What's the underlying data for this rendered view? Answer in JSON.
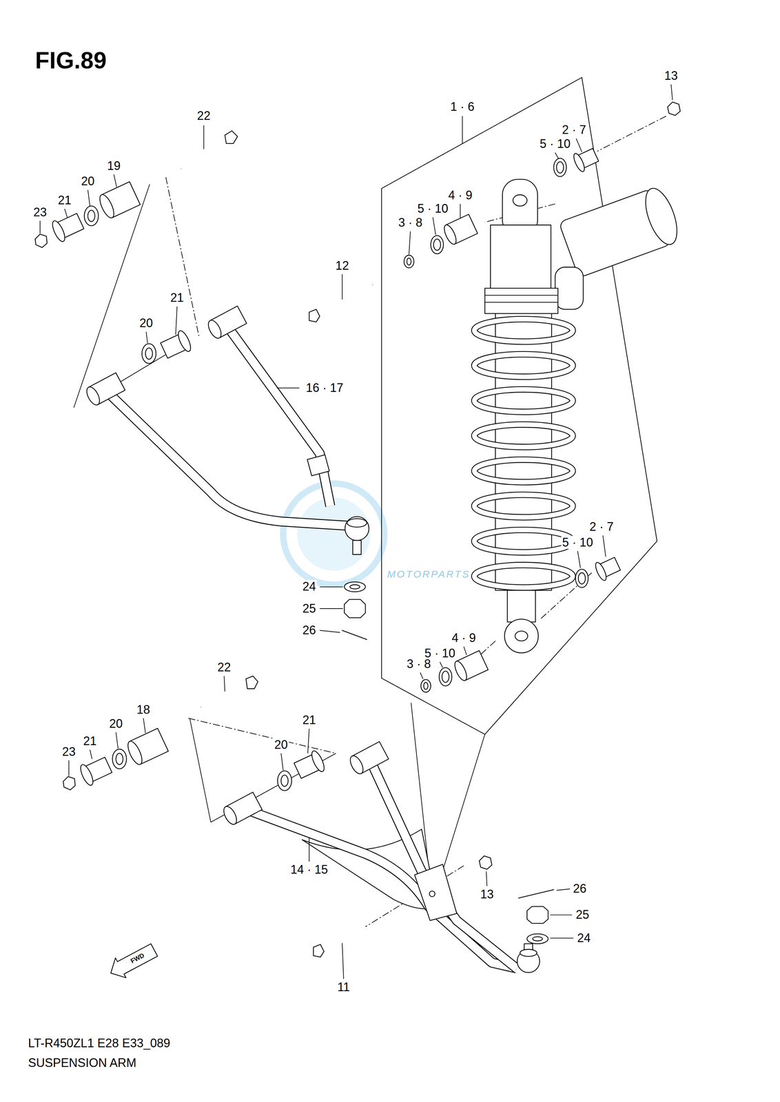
{
  "diagram": {
    "title": "FIG.89",
    "labels": [
      "13",
      "1 · 6",
      "22",
      "2 · 7",
      "5 · 10",
      "19",
      "20",
      "4 · 9",
      "21",
      "5 · 10",
      "23",
      "3 · 8",
      "12",
      "21",
      "20",
      "16 · 17",
      "2 · 7",
      "5 · 10",
      "MOTORPARTS",
      "24",
      "25",
      "26",
      "4 · 9",
      "5 · 10",
      "3 · 8",
      "22",
      "18",
      "21",
      "20",
      "21",
      "20",
      "23",
      "14 · 15",
      "26",
      "13",
      "25",
      "24",
      "FWD",
      "11",
      "LT-R450ZL1 E28 E33_089",
      "SUSPENSION ARM"
    ]
  }
}
